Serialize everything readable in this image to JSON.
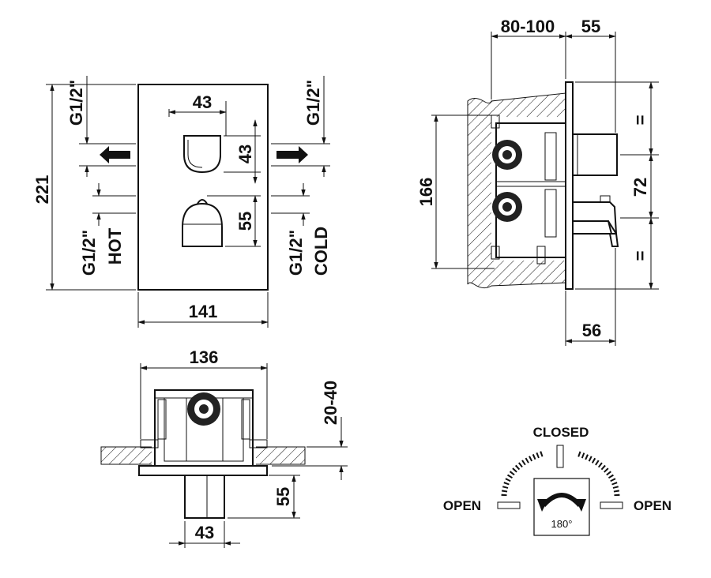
{
  "front_view": {
    "height_dim": "221",
    "width_dim": "141",
    "handle_width_dim": "43",
    "upper_handle_height_dim": "43",
    "lower_handle_height_dim": "55",
    "left_thread_top": "G1/2\"",
    "left_thread_bottom": "G1/2\"",
    "right_thread_top": "G1/2\"",
    "right_thread_bottom": "G1/2\"",
    "hot_label": "HOT",
    "cold_label": "COLD"
  },
  "side_view": {
    "wall_depth_dim": "80-100",
    "projection_dim": "55",
    "body_height_dim": "166",
    "spacing_dim": "72",
    "equal_top": "=",
    "equal_bottom": "=",
    "spout_dim": "56"
  },
  "top_view": {
    "width_dim": "136",
    "depth_range_dim": "20-40",
    "projection_dim": "55",
    "handle_width_dim": "43"
  },
  "rotation_diagram": {
    "closed_label": "CLOSED",
    "open_left_label": "OPEN",
    "open_right_label": "OPEN",
    "angle_label": "180°"
  }
}
